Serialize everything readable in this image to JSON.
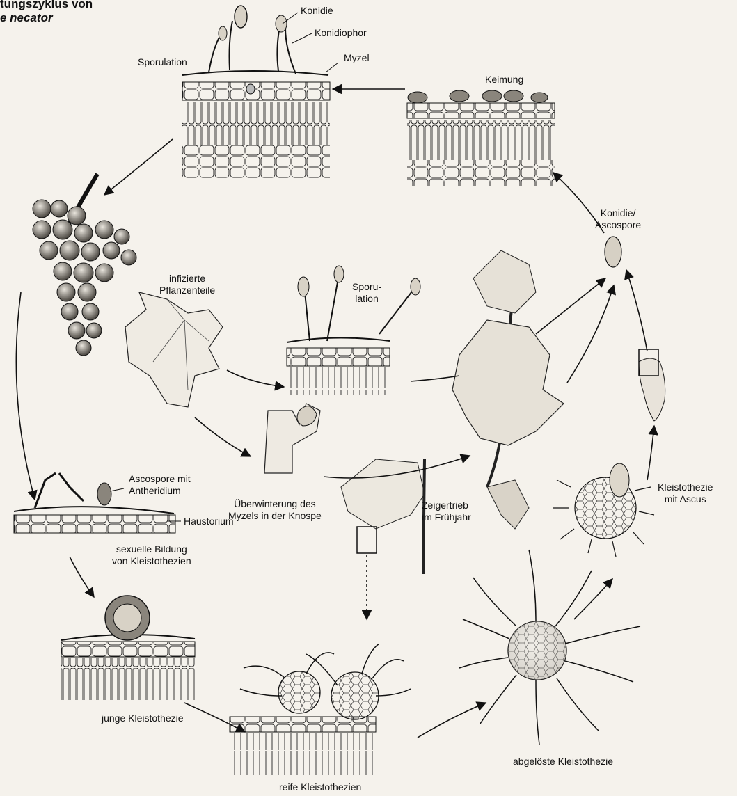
{
  "title": {
    "line1": "tungszyklus von",
    "line2": "e necator"
  },
  "labels": {
    "konidie": "Konidie",
    "konidiophor": "Konidiophor",
    "myzel": "Myzel",
    "sporulation_top": "Sporulation",
    "keimung": "Keimung",
    "konidie_ascospore": [
      "Konidie/",
      "Ascospore"
    ],
    "infizierte": [
      "infizierte",
      "Pflanzenteile"
    ],
    "sporulation_mid": [
      "Sporu-",
      "lation"
    ],
    "ascospore_antheridium": [
      "Ascospore mit",
      "Antheridium"
    ],
    "haustorium": "Haustorium",
    "ueberwinterung": [
      "Überwinterung des",
      "Myzels in der Knospe"
    ],
    "zeigertrieb": [
      "Zeigertrieb",
      "im Frühjahr"
    ],
    "kleistothezie_ascus": [
      "Kleistothezie",
      "mit Ascus"
    ],
    "sexuelle_bildung": [
      "sexuelle Bildung",
      "von Kleistothezien"
    ],
    "junge": "junge Kleistothezie",
    "reife": "reife Kleistothezien",
    "abgeloest": "abgelöste Kleistothezie"
  },
  "colors": {
    "background": "#f5f2ec",
    "ink": "#111111"
  }
}
